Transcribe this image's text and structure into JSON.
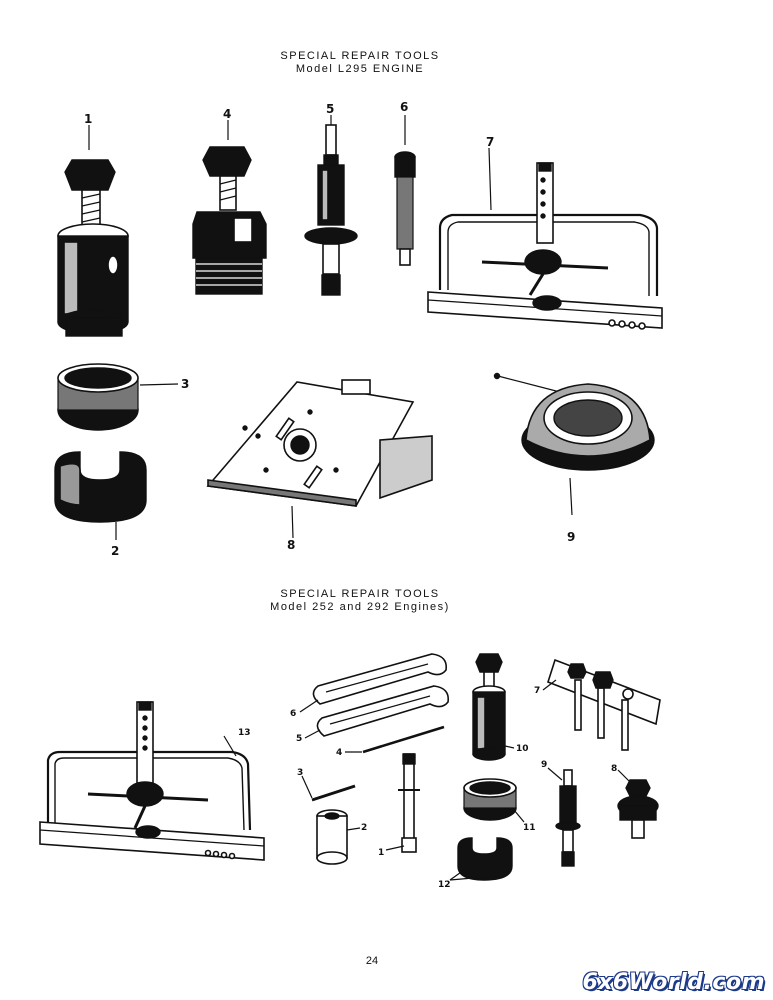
{
  "sections": [
    {
      "title": "SPECIAL REPAIR TOOLS",
      "subtitle": "Model L295  ENGINE"
    },
    {
      "title": "SPECIAL REPAIR TOOLS",
      "subtitle": "Model 252 and 292 Engines)"
    }
  ],
  "callouts_top": [
    "1",
    "4",
    "5",
    "6",
    "7",
    "3",
    "2",
    "8",
    "9"
  ],
  "callouts_bottom": [
    "6",
    "5",
    "4",
    "3",
    "2",
    "1",
    "10",
    "7",
    "9",
    "8",
    "11",
    "12",
    "13"
  ],
  "page_number": "24",
  "watermark": "6x6World.com"
}
